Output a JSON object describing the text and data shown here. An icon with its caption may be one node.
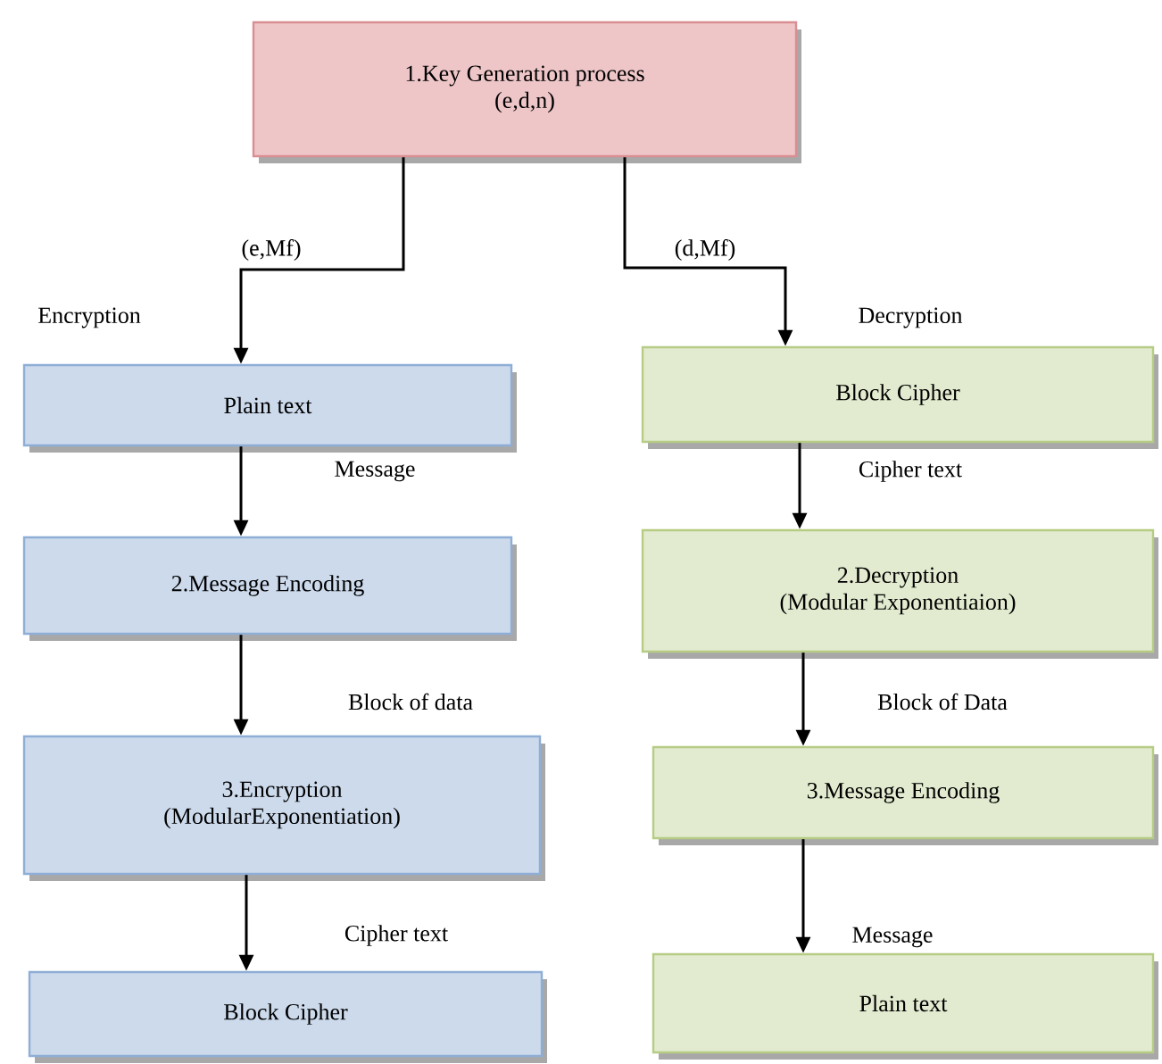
{
  "diagram": {
    "nodes": [
      {
        "text": [
          "1.Key Generation process",
          "(e,d,n)"
        ]
      },
      {
        "text": [
          "Plain text"
        ]
      },
      {
        "text": [
          "2.Message Encoding"
        ]
      },
      {
        "text": [
          "3.Encryption",
          "(ModularExponentiation)"
        ]
      },
      {
        "text": [
          "Block Cipher"
        ]
      },
      {
        "text": [
          "Block Cipher"
        ]
      },
      {
        "text": [
          "2.Decryption",
          "(Modular Exponentiaion)"
        ]
      },
      {
        "text": [
          "3.Message Encoding"
        ]
      },
      {
        "text": [
          "Plain text"
        ]
      }
    ],
    "edges": [
      {
        "from": 0,
        "to": 1,
        "arrow": "to",
        "label": "(e,Mf)"
      },
      {
        "from": 1,
        "to": 2,
        "arrow": "to",
        "label": "Message"
      },
      {
        "from": 2,
        "to": 3,
        "arrow": "to",
        "label": "Block of data"
      },
      {
        "from": 3,
        "to": 4,
        "arrow": "to",
        "label": "Cipher text"
      },
      {
        "from": 0,
        "to": 5,
        "arrow": "to",
        "label": "(d,Mf)"
      },
      {
        "from": 5,
        "to": 6,
        "arrow": "to",
        "label": "Cipher text"
      },
      {
        "from": 6,
        "to": 7,
        "arrow": "to",
        "label": "Block of Data"
      },
      {
        "from": 7,
        "to": 8,
        "arrow": "to",
        "label": "Message"
      }
    ],
    "labels": [
      "Encryption",
      "Decryption"
    ]
  }
}
